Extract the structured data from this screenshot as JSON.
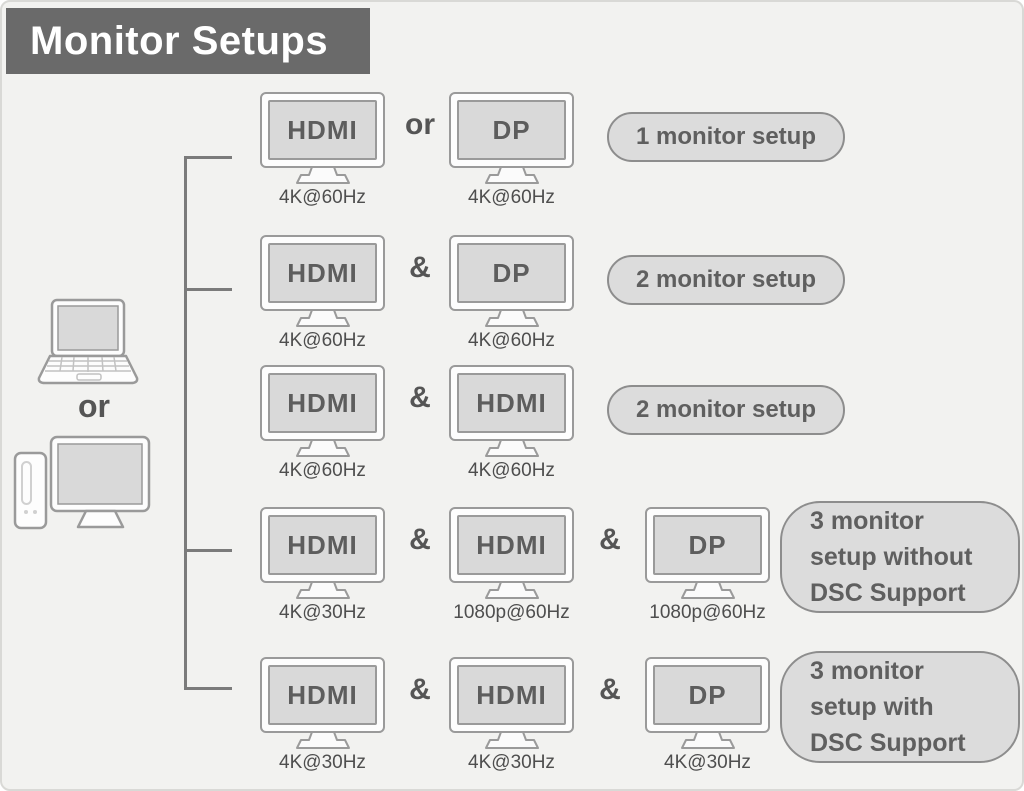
{
  "title": "Monitor Setups",
  "source_devices": {
    "laptop": "laptop",
    "desktop": "desktop tower with monitor",
    "or_label": "or"
  },
  "colors": {
    "title_bar_bg": "#6a6a6a",
    "title_text": "#ffffff",
    "canvas_bg": "#f2f2f0",
    "monitor_screen_fill": "#d9d9d9",
    "monitor_border": "#9a9a9a",
    "badge_fill": "#dcdcdc",
    "badge_border": "#8d8d8d",
    "connector_line": "#7b7b7b",
    "label_text": "#5d5d5d"
  },
  "rows": [
    {
      "badge": "1 monitor setup",
      "separators": [
        "or"
      ],
      "monitors": [
        {
          "port": "HDMI",
          "resolution": "4K@60Hz"
        },
        {
          "port": "DP",
          "resolution": "4K@60Hz"
        }
      ]
    },
    {
      "badge": "2 monitor setup",
      "separators": [
        "&"
      ],
      "monitors": [
        {
          "port": "HDMI",
          "resolution": "4K@60Hz"
        },
        {
          "port": "DP",
          "resolution": "4K@60Hz"
        }
      ]
    },
    {
      "badge": "2 monitor setup",
      "separators": [
        "&"
      ],
      "monitors": [
        {
          "port": "HDMI",
          "resolution": "4K@60Hz"
        },
        {
          "port": "HDMI",
          "resolution": "4K@60Hz"
        }
      ]
    },
    {
      "badge": "3 monitor setup without DSC Support",
      "badge_lines": [
        "3 monitor",
        "setup without",
        "DSC Support"
      ],
      "separators": [
        "&",
        "&"
      ],
      "monitors": [
        {
          "port": "HDMI",
          "resolution": "4K@30Hz"
        },
        {
          "port": "HDMI",
          "resolution": "1080p@60Hz"
        },
        {
          "port": "DP",
          "resolution": "1080p@60Hz"
        }
      ]
    },
    {
      "badge": "3 monitor setup with DSC Support",
      "badge_lines": [
        "3 monitor",
        "setup with",
        "DSC Support"
      ],
      "separators": [
        "&",
        "&"
      ],
      "monitors": [
        {
          "port": "HDMI",
          "resolution": "4K@30Hz"
        },
        {
          "port": "HDMI",
          "resolution": "4K@30Hz"
        },
        {
          "port": "DP",
          "resolution": "4K@30Hz"
        }
      ]
    }
  ]
}
